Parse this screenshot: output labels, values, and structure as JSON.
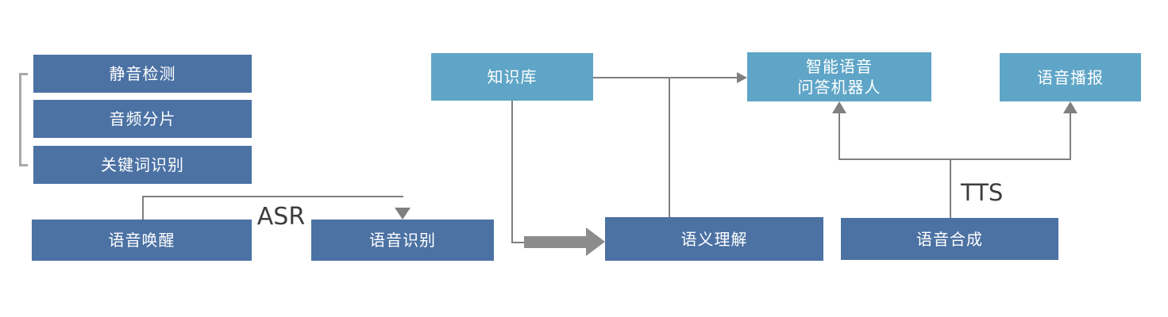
{
  "diagram": {
    "title": "voice-interaction-flow",
    "colors": {
      "dark_box": "#4c72a4",
      "light_box": "#5fa5c7",
      "connector": "#7f7f7f",
      "thick_arrow": "#8c8c8c",
      "bracket": "#a8a8a8",
      "box_text": "#ffffff",
      "edge_label_text": "#3d3d3d",
      "background": "#ffffff"
    },
    "boxes": {
      "silence_detection": {
        "label": "静音检测"
      },
      "audio_slicing": {
        "label": "音频分片"
      },
      "keyword_recognition": {
        "label": "关键词识别"
      },
      "voice_wakeup": {
        "label": "语音唤醒"
      },
      "speech_recognition": {
        "label": "语音识别"
      },
      "knowledge_base": {
        "label": "知识库"
      },
      "qa_robot": {
        "label_line1": "智能语音",
        "label_line2": "问答机器人"
      },
      "voice_broadcast": {
        "label": "语音播报"
      },
      "semantic_understanding": {
        "label": "语义理解"
      },
      "speech_synthesis": {
        "label": "语音合成"
      }
    },
    "edge_labels": {
      "asr": "ASR",
      "tts": "TTS"
    }
  }
}
